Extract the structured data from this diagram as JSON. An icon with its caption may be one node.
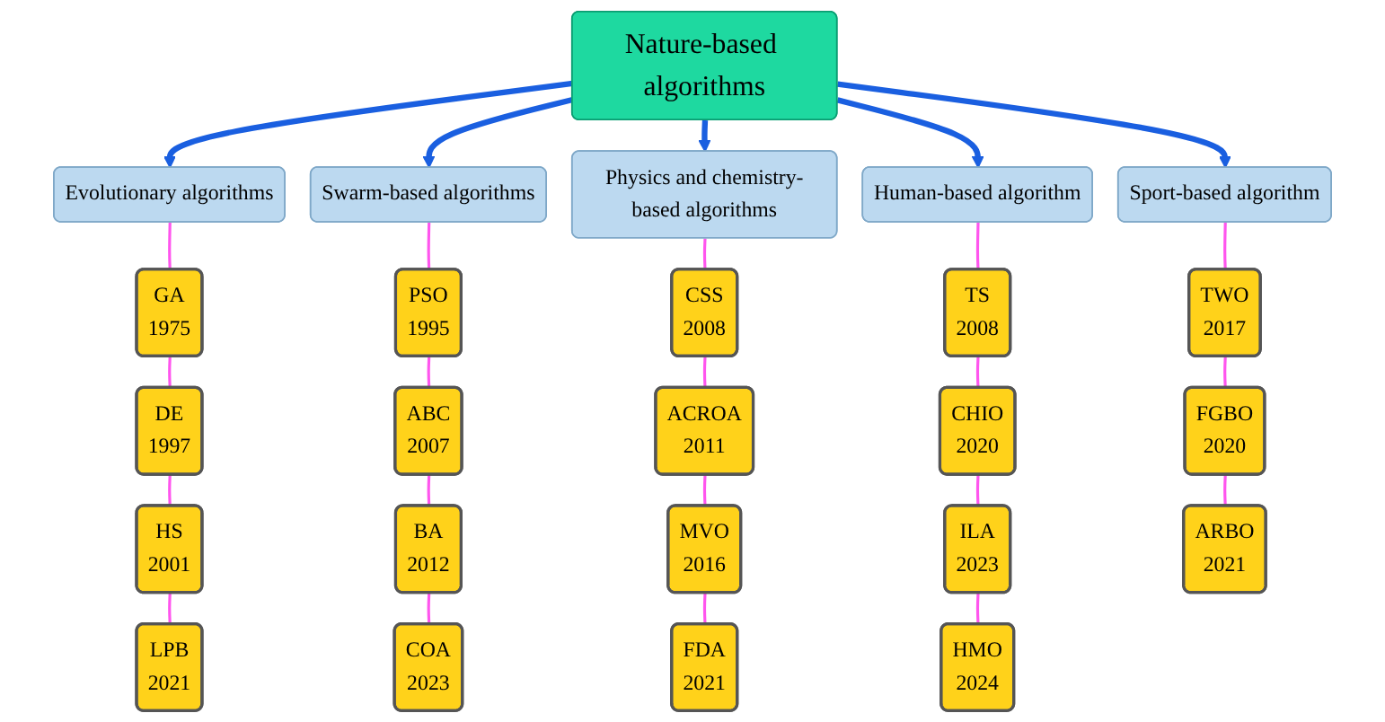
{
  "diagram": {
    "nodes": [
      {
        "text": [
          "Nature-based algorithms"
        ]
      },
      {
        "text": [
          "Evolutionary algorithms"
        ]
      },
      {
        "text": [
          "GA",
          "1975"
        ]
      },
      {
        "text": [
          "DE",
          "1997"
        ]
      },
      {
        "text": [
          "HS",
          "2001"
        ]
      },
      {
        "text": [
          "LPB",
          "2021"
        ]
      },
      {
        "text": [
          "Swarm-based algorithms"
        ]
      },
      {
        "text": [
          "PSO",
          "1995"
        ]
      },
      {
        "text": [
          "ABC",
          "2007"
        ]
      },
      {
        "text": [
          "BA",
          "2012"
        ]
      },
      {
        "text": [
          "COA",
          "2023"
        ]
      },
      {
        "text": [
          "Physics and chemistry-based algorithms"
        ]
      },
      {
        "text": [
          "CSS",
          "2008"
        ]
      },
      {
        "text": [
          "ACROA",
          "2011"
        ]
      },
      {
        "text": [
          "MVO",
          "2016"
        ]
      },
      {
        "text": [
          "FDA",
          "2021"
        ]
      },
      {
        "text": [
          "Human-based algorithm"
        ]
      },
      {
        "text": [
          "TS",
          "2008"
        ]
      },
      {
        "text": [
          "CHIO",
          "2020"
        ]
      },
      {
        "text": [
          "ILA",
          "2023"
        ]
      },
      {
        "text": [
          "HMO",
          "2024"
        ]
      },
      {
        "text": [
          "Sport-based algorithm"
        ]
      },
      {
        "text": [
          "TWO",
          "2017"
        ]
      },
      {
        "text": [
          "FGBO",
          "2020"
        ]
      },
      {
        "text": [
          "ARBO",
          "2021"
        ]
      }
    ],
    "edges": [
      {
        "from": 0,
        "to": 1,
        "arrow": "to",
        "style": "thick",
        "color": "#1a5fe0"
      },
      {
        "from": 0,
        "to": 6,
        "arrow": "to",
        "style": "thick",
        "color": "#1a5fe0"
      },
      {
        "from": 0,
        "to": 11,
        "arrow": "to",
        "style": "thick",
        "color": "#1a5fe0"
      },
      {
        "from": 0,
        "to": 16,
        "arrow": "to",
        "style": "thick",
        "color": "#1a5fe0"
      },
      {
        "from": 0,
        "to": 21,
        "arrow": "to",
        "style": "thick",
        "color": "#1a5fe0"
      },
      {
        "from": 1,
        "to": 2,
        "arrow": "none"
      },
      {
        "from": 2,
        "to": 3,
        "arrow": "none"
      },
      {
        "from": 3,
        "to": 4,
        "arrow": "none"
      },
      {
        "from": 4,
        "to": 5,
        "arrow": "none"
      },
      {
        "from": 6,
        "to": 7,
        "arrow": "none"
      },
      {
        "from": 7,
        "to": 8,
        "arrow": "none"
      },
      {
        "from": 8,
        "to": 9,
        "arrow": "none"
      },
      {
        "from": 9,
        "to": 10,
        "arrow": "none"
      },
      {
        "from": 11,
        "to": 12,
        "arrow": "none"
      },
      {
        "from": 12,
        "to": 13,
        "arrow": "none"
      },
      {
        "from": 13,
        "to": 14,
        "arrow": "none"
      },
      {
        "from": 14,
        "to": 15,
        "arrow": "none"
      },
      {
        "from": 16,
        "to": 17,
        "arrow": "none"
      },
      {
        "from": 17,
        "to": 18,
        "arrow": "none"
      },
      {
        "from": 18,
        "to": 19,
        "arrow": "none"
      },
      {
        "from": 19,
        "to": 20,
        "arrow": "none"
      },
      {
        "from": 21,
        "to": 22,
        "arrow": "none"
      },
      {
        "from": 22,
        "to": 23,
        "arrow": "none"
      },
      {
        "from": 23,
        "to": 24,
        "arrow": "none"
      }
    ]
  }
}
